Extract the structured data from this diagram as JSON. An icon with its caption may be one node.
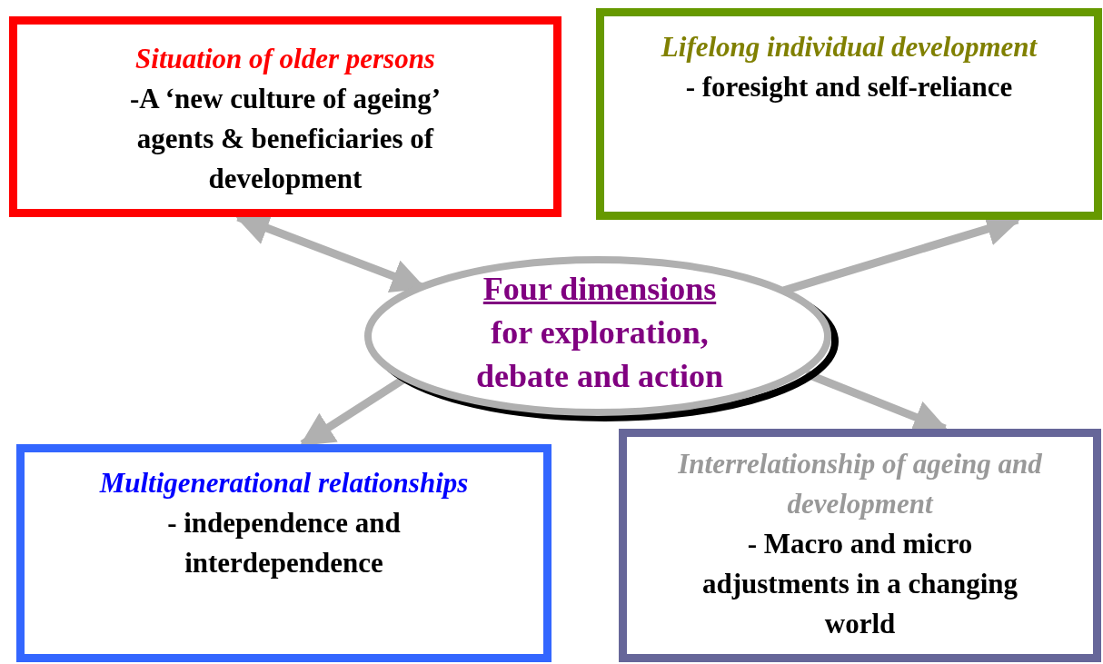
{
  "diagram": {
    "nodes": [
      {
        "text": [
          "Situation of older persons",
          "-A ‘new culture of ageing’ agents & beneficiaries of development"
        ]
      },
      {
        "text": [
          "Lifelong individual development",
          "- foresight and self-reliance"
        ]
      },
      {
        "text": [
          "Four dimensions",
          "for exploration, debate and action"
        ]
      },
      {
        "text": [
          "Multigenerational relationships",
          "- independence and interdependence"
        ]
      },
      {
        "text": [
          "Interrelationship of ageing and development",
          "- Macro and micro adjustments in a changing world"
        ]
      }
    ],
    "edges": [
      {
        "from": 2,
        "to": 0,
        "arrow": "both"
      },
      {
        "from": 2,
        "to": 1,
        "arrow": "to"
      },
      {
        "from": 2,
        "to": 3,
        "arrow": "to"
      },
      {
        "from": 2,
        "to": 4,
        "arrow": "to"
      }
    ]
  }
}
